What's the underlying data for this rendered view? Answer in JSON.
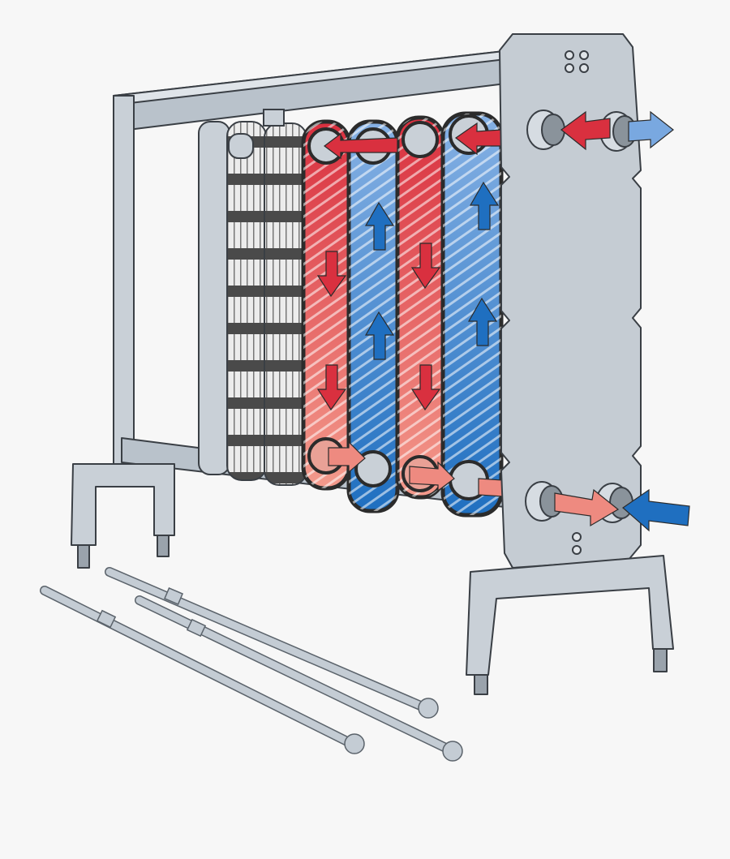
{
  "illustration": {
    "subject": "plate-heat-exchanger",
    "colors": {
      "background": "#f7f7f7",
      "frame": "#b9c2cb",
      "frame_light": "#d6dce2",
      "outline": "#3a3f45",
      "hot": "#d9303f",
      "hot_light": "#ee8a80",
      "cold": "#1f6fc0",
      "cold_light": "#79a8e0",
      "gasket": "#2b2b2b"
    },
    "icons": [
      "hot-flow-arrow",
      "cold-flow-arrow",
      "port-nozzle",
      "tightening-bolt"
    ]
  }
}
